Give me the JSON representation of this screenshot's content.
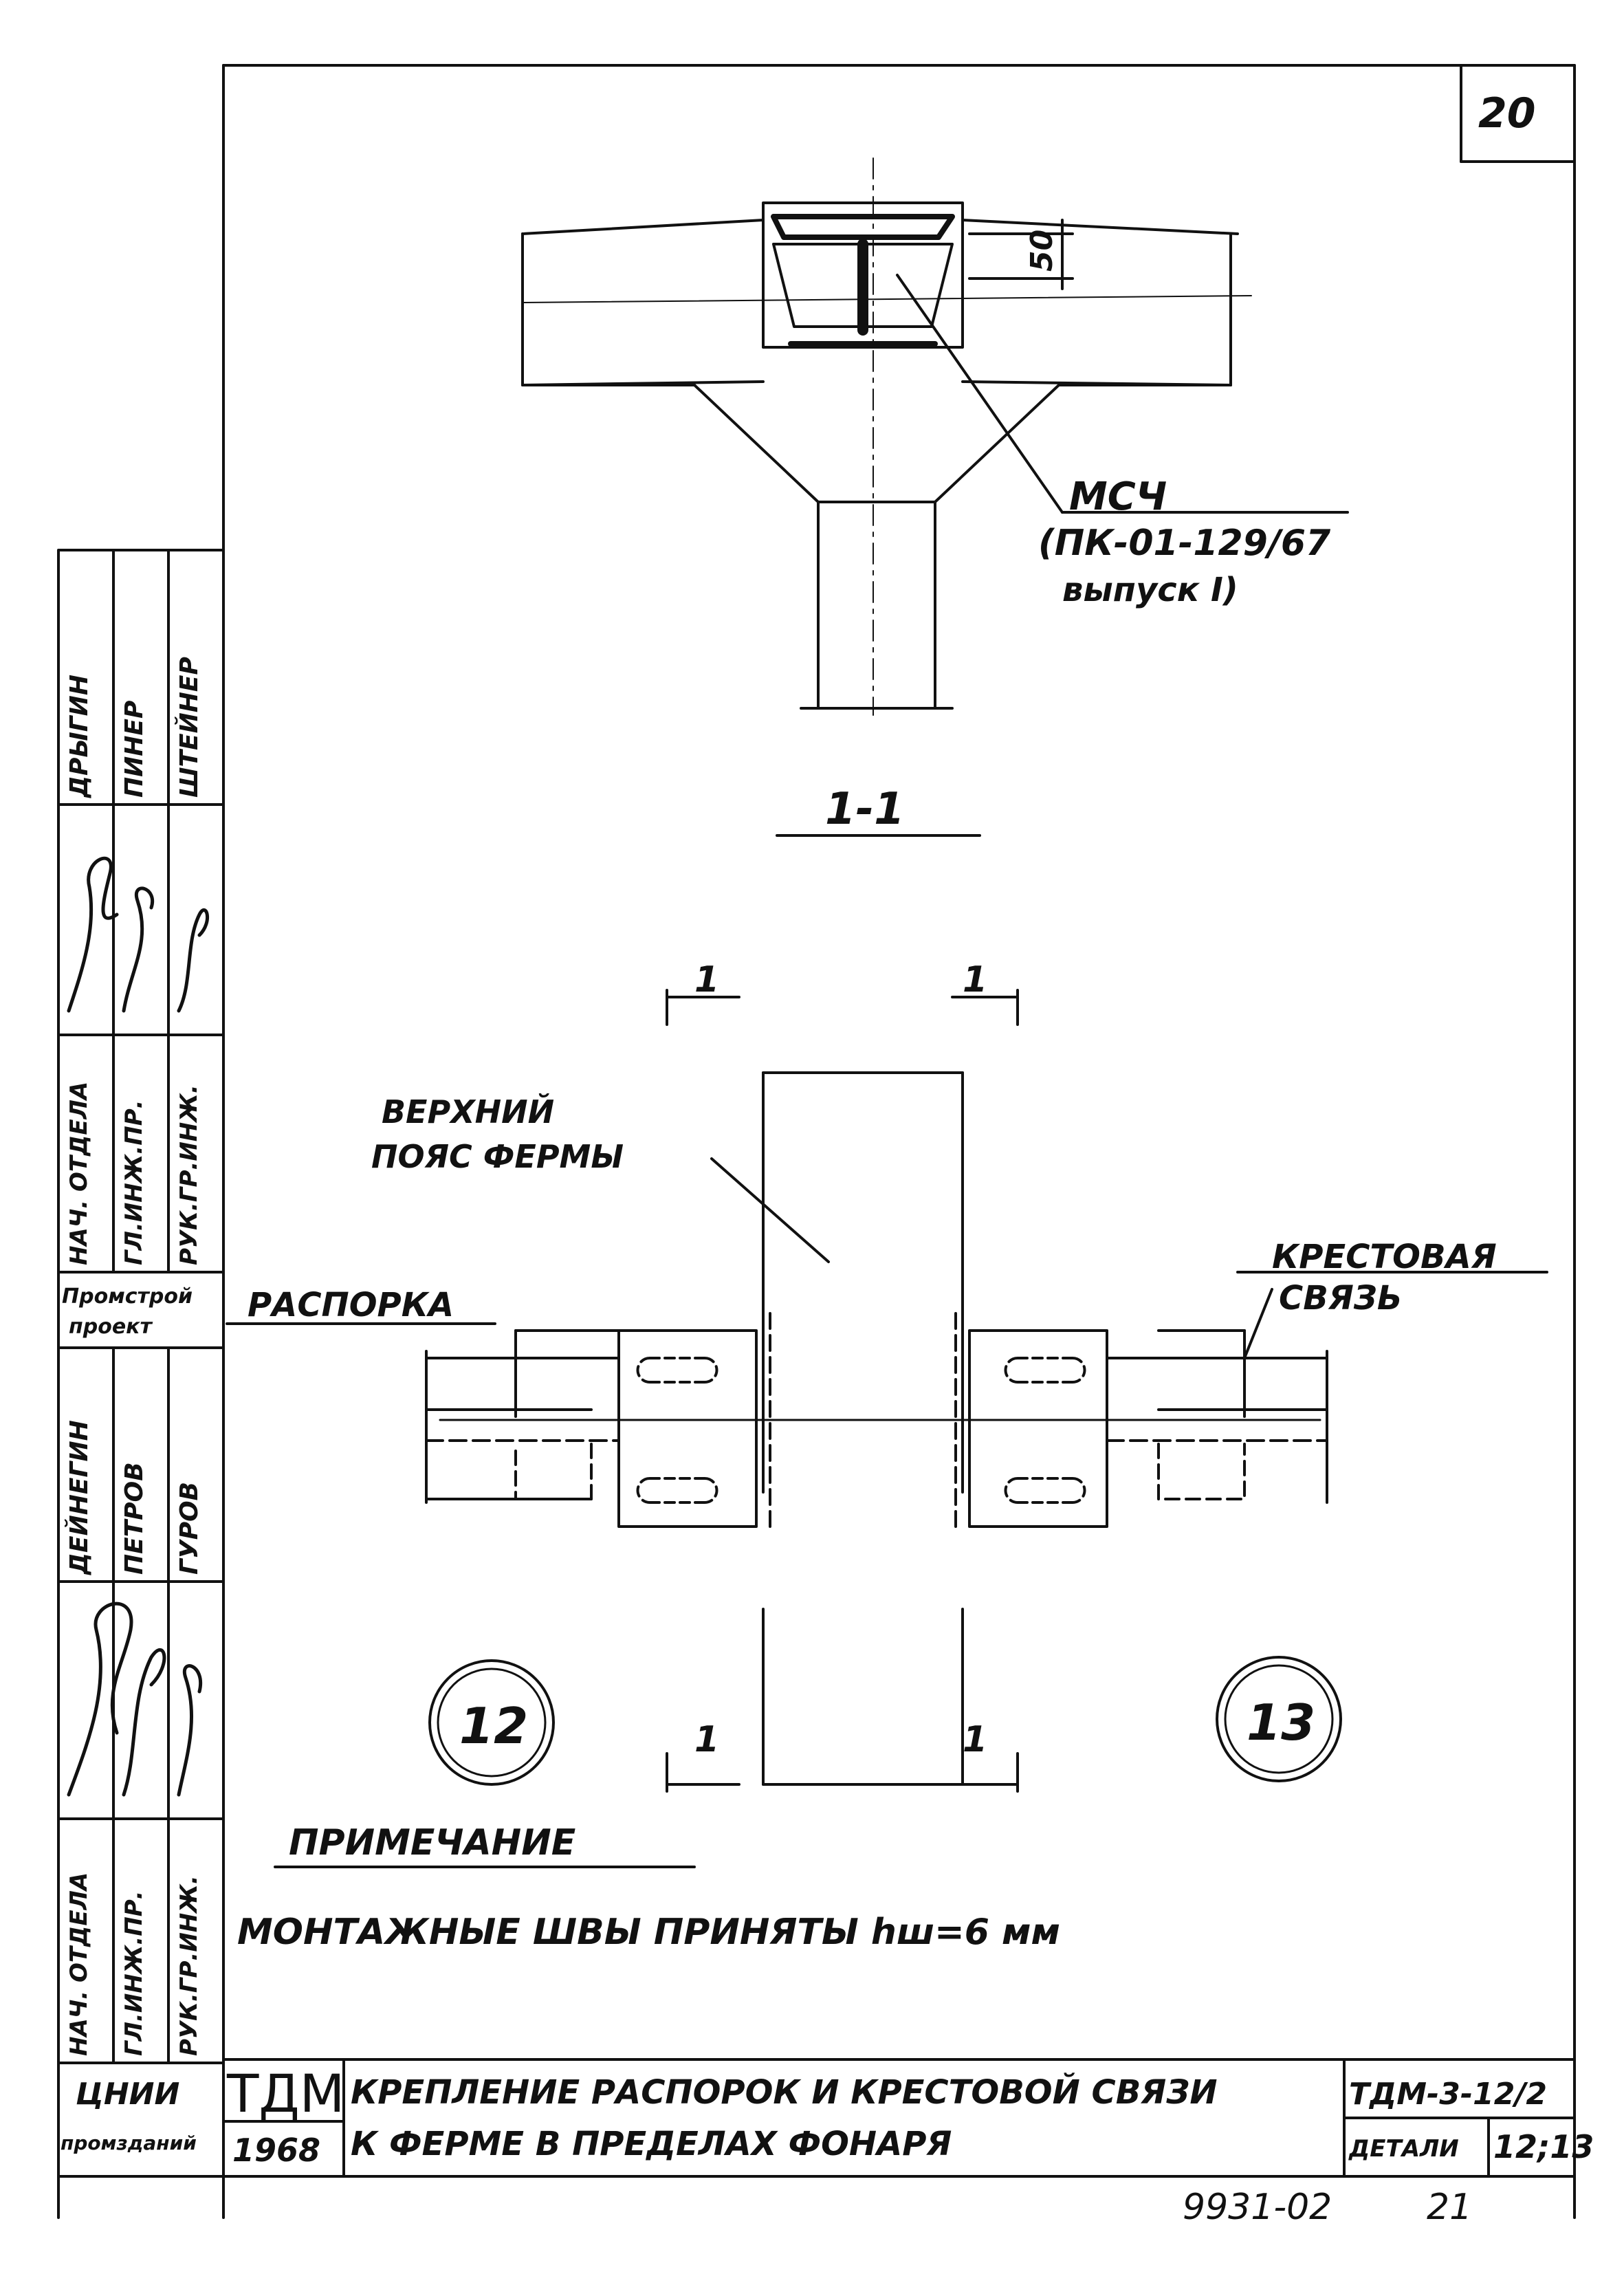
{
  "sheet": {
    "page_number": "20",
    "bottom_number": "21",
    "archive_code": "9931-02"
  },
  "section_view": {
    "label": "1-1",
    "dimension": "50",
    "callout_line1": "МСЧ",
    "callout_line2": "(ПК-01-129/67",
    "callout_line3": "выпуск I)"
  },
  "plan_view": {
    "section_mark": "1",
    "label_top_chord_1": "ВЕРХНИЙ",
    "label_top_chord_2": "ПОЯС ФЕРМЫ",
    "label_strut": "РАСПОРКА",
    "label_brace_1": "КРЕСТОВАЯ",
    "label_brace_2": "СВЯЗЬ",
    "detail_left": "12",
    "detail_right": "13"
  },
  "note": {
    "heading": "ПРИМЕЧАНИЕ",
    "text": "МОНТАЖНЫЕ ШВЫ ПРИНЯТЫ hш=6 мм"
  },
  "title_block": {
    "org_mark": "ТДМ",
    "year": "1968",
    "title_line1": "КРЕПЛЕНИЕ РАСПОРОК И КРЕСТОВОЙ СВЯЗИ",
    "title_line2": "К ФЕРМЕ В ПРЕДЕЛАХ ФОНАРЯ",
    "series": "ТДМ-3-12/2",
    "details_label": "ДЕТАЛИ",
    "details_value": "12;13"
  },
  "side_stamp": {
    "org": "ЦНИИ",
    "org_sub": "промзданий",
    "proj_org_1": "Промстрой",
    "proj_org_2": "проект",
    "rows": [
      {
        "role": "РУК.ГР.ИНЖ.",
        "name": "ШТЕЙНЕР"
      },
      {
        "role": "ГЛ.ИНЖ.ПР.",
        "name": "ПИНЕР"
      },
      {
        "role": "НАЧ. ОТДЕЛА",
        "name": "ДРЫГИН"
      },
      {
        "role": "РУК.ГР.ИНЖ.",
        "name": "ГУРОВ"
      },
      {
        "role": "ГЛ.ИНЖ.ПР.",
        "name": "ПЕТРОВ"
      },
      {
        "role": "НАЧ. ОТДЕЛА",
        "name": "ДЕЙНЕГИН"
      }
    ]
  }
}
